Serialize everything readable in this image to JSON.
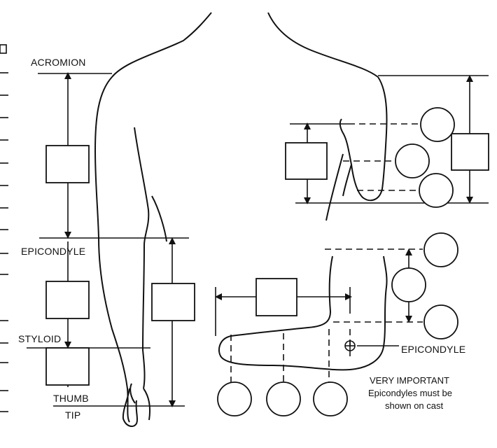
{
  "labels": {
    "acromion": "ACROMION",
    "epicondyle_left": "EPICONDYLE",
    "styloid": "STYLOID",
    "thumb": "THUMB",
    "tip": "TIP",
    "epicondyle_right": "EPICONDYLE"
  },
  "note": {
    "line1": "VERY IMPORTANT",
    "line2": "Epicondyles must be",
    "line3": "shown on cast"
  }
}
